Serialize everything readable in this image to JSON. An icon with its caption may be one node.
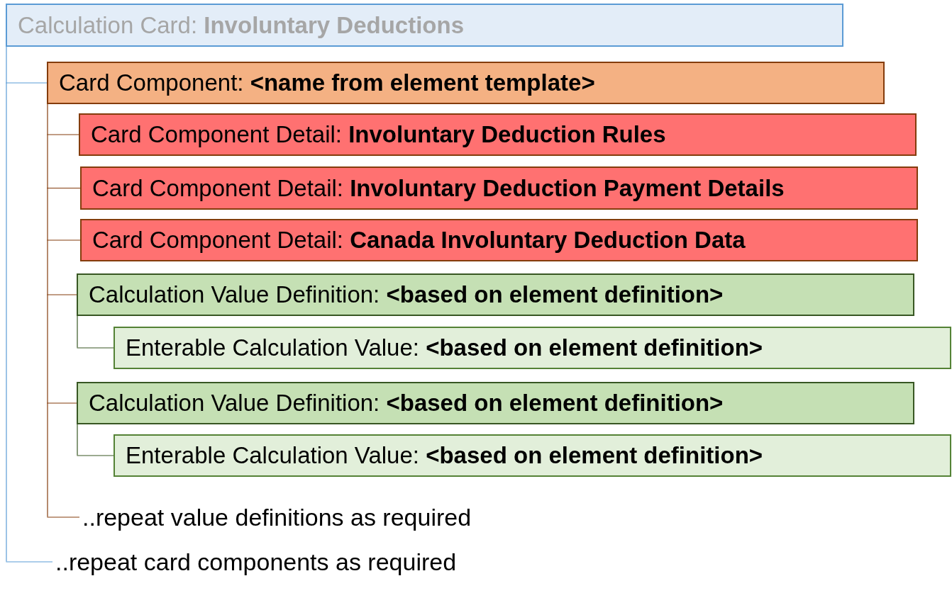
{
  "diagram": {
    "nodes": [
      {
        "text": [
          "Calculation Card: **Involuntary Deductions**"
        ]
      },
      {
        "text": [
          "Card Component: **<name from element template>**"
        ]
      },
      {
        "text": [
          "Card Component Detail: **Involuntary Deduction Rules**"
        ]
      },
      {
        "text": [
          "Card Component Detail: **Involuntary Deduction Payment Details**"
        ]
      },
      {
        "text": [
          "Card Component Detail: **Canada Involuntary Deduction Data**"
        ]
      },
      {
        "text": [
          "Calculation Value Definition: **<based on element definition>**"
        ]
      },
      {
        "text": [
          "Enterable Calculation Value: **<based on element definition>**"
        ]
      },
      {
        "text": [
          "Calculation Value Definition: **<based on element definition>**"
        ]
      },
      {
        "text": [
          "Enterable Calculation Value: **<based on element definition>**"
        ]
      },
      {
        "text": [
          "..repeat value definitions as required"
        ]
      },
      {
        "text": [
          "..repeat card components as required"
        ]
      }
    ],
    "edges": [
      {
        "from": 0,
        "to": 1,
        "arrow": "none",
        "color": "#5b9bd5"
      },
      {
        "from": 1,
        "to": 2,
        "arrow": "none"
      },
      {
        "from": 1,
        "to": 3,
        "arrow": "none"
      },
      {
        "from": 1,
        "to": 4,
        "arrow": "none"
      },
      {
        "from": 1,
        "to": 5,
        "arrow": "none"
      },
      {
        "from": 5,
        "to": 6,
        "arrow": "none",
        "color": "#385723"
      },
      {
        "from": 1,
        "to": 7,
        "arrow": "none"
      },
      {
        "from": 7,
        "to": 8,
        "arrow": "none",
        "color": "#385723"
      },
      {
        "from": 1,
        "to": 9,
        "arrow": "none"
      },
      {
        "from": 0,
        "to": 10,
        "arrow": "none",
        "color": "#5b9bd5"
      }
    ]
  }
}
